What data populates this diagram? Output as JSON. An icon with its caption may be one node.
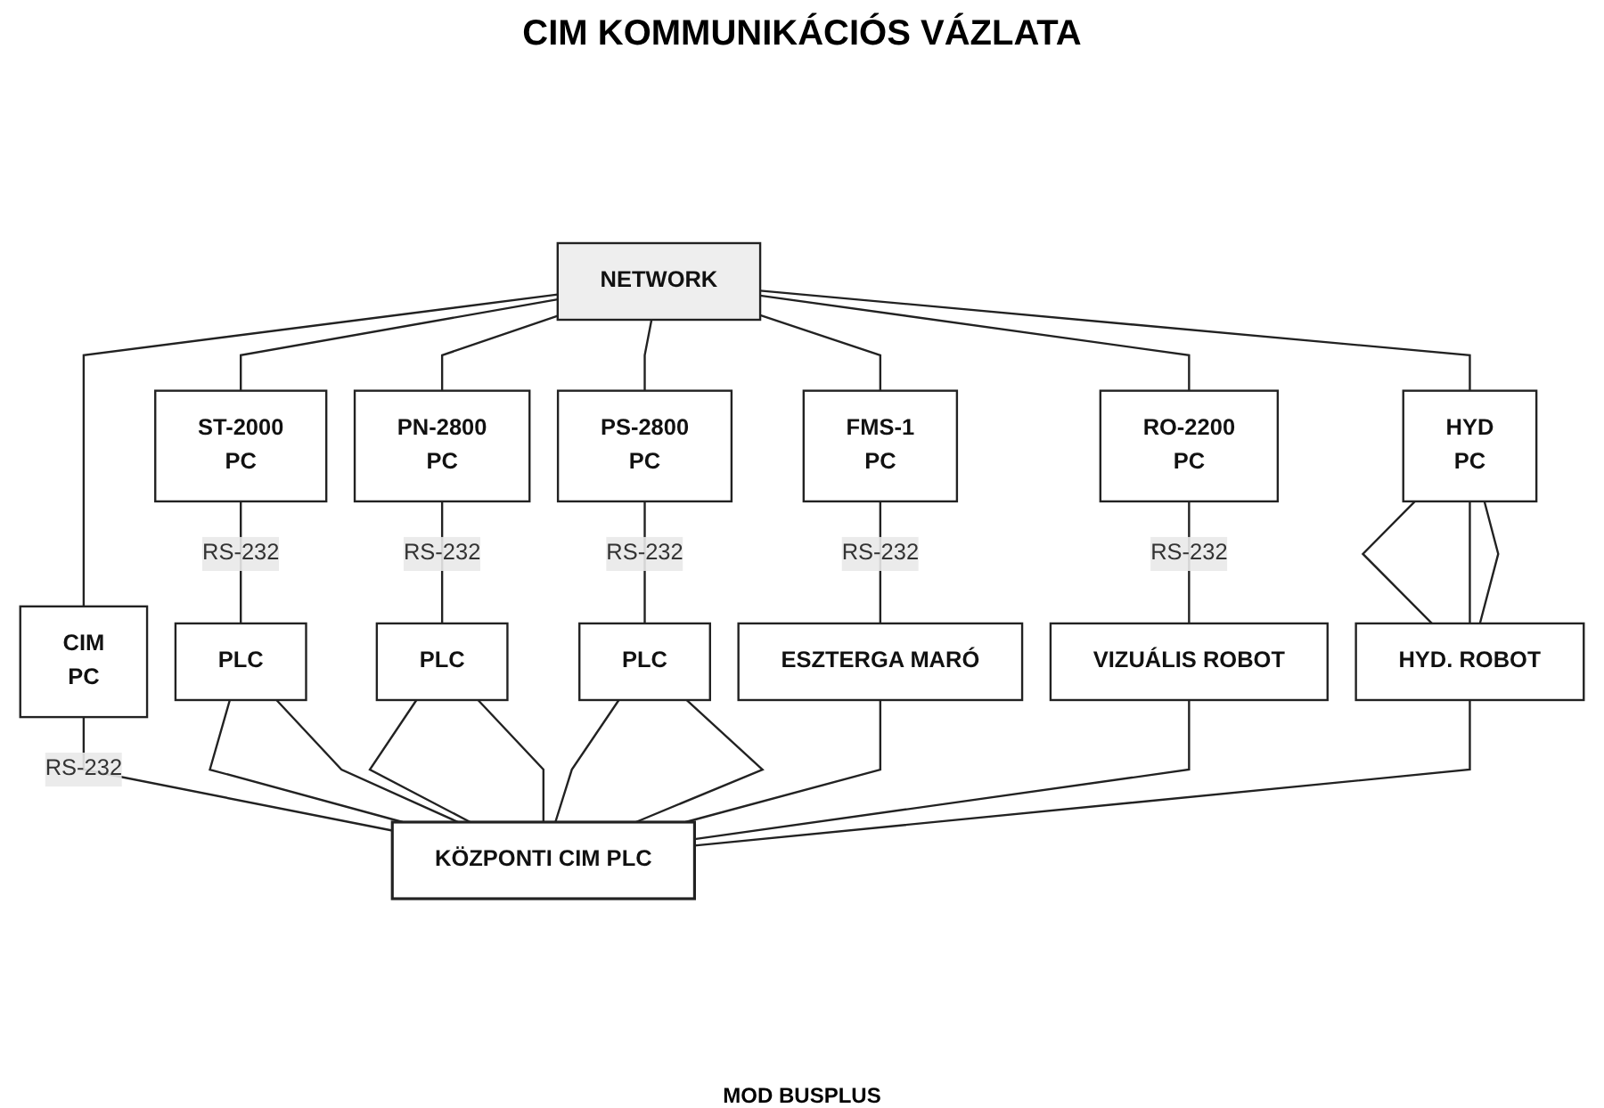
{
  "diagram": {
    "title": "CIM KOMMUNIKÁCIÓS VÁZLATA",
    "nodes": [
      {
        "text": [
          "NETWORK"
        ]
      },
      {
        "text": [
          "CIM",
          "PC"
        ]
      },
      {
        "text": [
          "ST-2000",
          "PC"
        ]
      },
      {
        "text": [
          "PN-2800",
          "PC"
        ]
      },
      {
        "text": [
          "PS-2800",
          "PC"
        ]
      },
      {
        "text": [
          "FMS-1",
          "PC"
        ]
      },
      {
        "text": [
          "RO-2200",
          "PC"
        ]
      },
      {
        "text": [
          "HYD",
          "PC"
        ]
      },
      {
        "text": [
          "KÖZPONTI CIM PLC"
        ]
      },
      {
        "text": [
          "PLC"
        ]
      },
      {
        "text": [
          "PLC"
        ]
      },
      {
        "text": [
          "PLC"
        ]
      },
      {
        "text": [
          "ESZTERGA MARÓ"
        ]
      },
      {
        "text": [
          "VIZUÁLIS ROBOT"
        ]
      },
      {
        "text": [
          "HYD. ROBOT"
        ]
      }
    ],
    "edges": [
      {
        "from": 0,
        "to": 1,
        "arrow": "none"
      },
      {
        "from": 0,
        "to": 2,
        "arrow": "none"
      },
      {
        "from": 0,
        "to": 3,
        "arrow": "none"
      },
      {
        "from": 0,
        "to": 4,
        "arrow": "none"
      },
      {
        "from": 0,
        "to": 5,
        "arrow": "none"
      },
      {
        "from": 0,
        "to": 6,
        "arrow": "none"
      },
      {
        "from": 0,
        "to": 7,
        "arrow": "none"
      },
      {
        "from": 1,
        "to": 8,
        "arrow": "none",
        "label": "RS-232"
      },
      {
        "from": 2,
        "to": 9,
        "arrow": "none",
        "label": "RS-232"
      },
      {
        "from": 3,
        "to": 10,
        "arrow": "none",
        "label": "RS-232"
      },
      {
        "from": 4,
        "to": 11,
        "arrow": "none",
        "label": "RS-232"
      },
      {
        "from": 5,
        "to": 12,
        "arrow": "none",
        "label": "RS-232"
      },
      {
        "from": 6,
        "to": 13,
        "arrow": "none",
        "label": "RS-232"
      },
      {
        "from": 7,
        "to": 14,
        "arrow": "none"
      },
      {
        "from": 7,
        "to": 14,
        "arrow": "none"
      },
      {
        "from": 7,
        "to": 14,
        "arrow": "none"
      },
      {
        "from": 8,
        "to": 9,
        "arrow": "none"
      },
      {
        "from": 8,
        "to": 10,
        "arrow": "none"
      },
      {
        "from": 8,
        "to": 11,
        "arrow": "none"
      },
      {
        "from": 8,
        "to": 9,
        "arrow": "none"
      },
      {
        "from": 8,
        "to": 10,
        "arrow": "none"
      },
      {
        "from": 8,
        "to": 11,
        "arrow": "none"
      },
      {
        "from": 8,
        "to": 12,
        "arrow": "none"
      },
      {
        "from": 8,
        "to": 13,
        "arrow": "none"
      },
      {
        "from": 8,
        "to": 14,
        "arrow": "none"
      }
    ],
    "labels": [
      "MOD BUSPLUS"
    ]
  }
}
